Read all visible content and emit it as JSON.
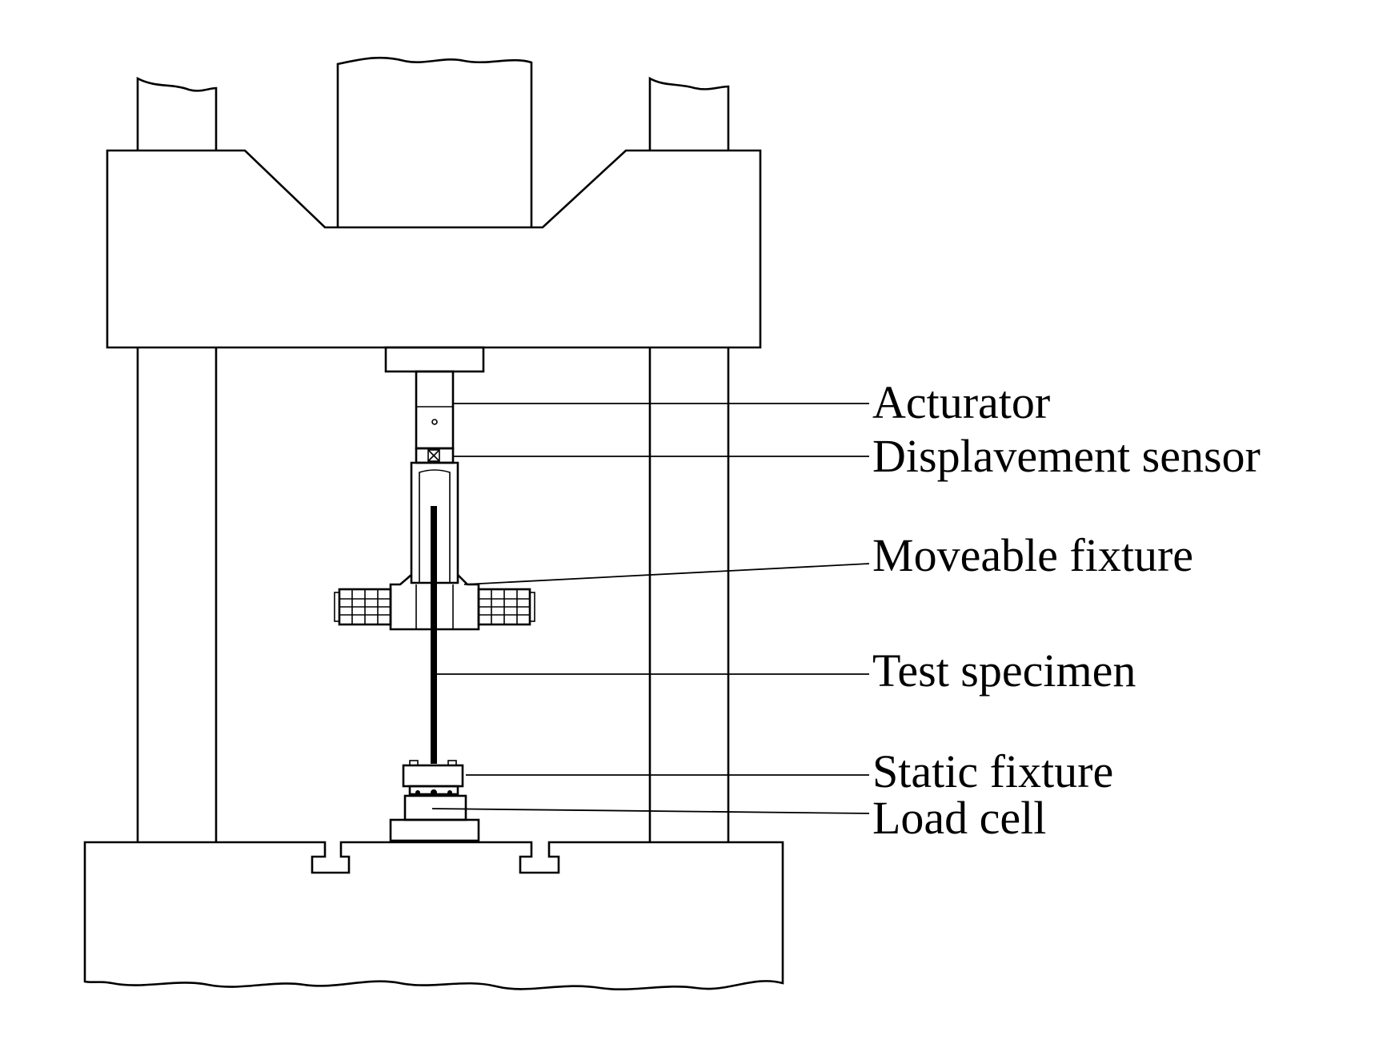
{
  "labels": {
    "actuator": "Acturator",
    "displacement_sensor": "Displavement sensor",
    "moveable_fixture": "Moveable fixture",
    "test_specimen": "Test specimen",
    "static_fixture": "Static fixture",
    "load_cell": "Load cell"
  },
  "colors": {
    "line": "#000000",
    "background": "#ffffff"
  }
}
